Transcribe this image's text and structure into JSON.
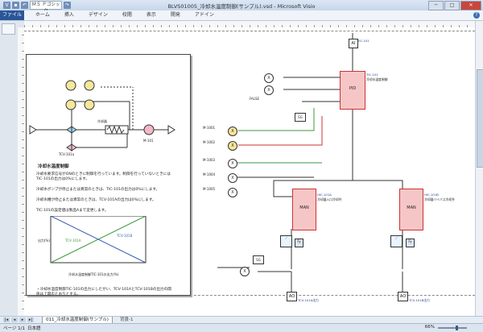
{
  "window": {
    "title": "BLVS01005_冷却水温度制御(サンプル).vsd - Microsoft Visio",
    "font_box": "ＭＳ Ｐゴシック"
  },
  "menu": {
    "file": "ファイル",
    "items": [
      "ホーム",
      "挿入",
      "デザイン",
      "校閲",
      "表示",
      "開発",
      "アドイン"
    ]
  },
  "document": {
    "section_title": "冷却水温度制御",
    "bullets": [
      "冷却水要求信号がONのときに制御を行っています。制御を行っていないときには TIC-101の出力は0%にします。",
      "冷却水ポンプが停止または異常のときは、TIC-101の出力は0%にします。",
      "冷却水槽が停止または異常のときは、TCV-101Aの出力は0%にします。",
      "TIC-101の設定値は製品Aまで変更します。"
    ],
    "note": "・冷却水温度制御TIC-101の出力にしたがい、TCV-101AとTCV-101Bの出力の関係は上図のとおりとする。",
    "graph": {
      "ylabel": "出力(%)",
      "xlabel": "冷却水温度制御TIC-101の出力(%)",
      "series_a": "TCV-101A",
      "series_b": "TCV-101B"
    },
    "process_labels": {
      "main_pipe": "冷却器",
      "valve": "TCV-101a",
      "pump": "M-101"
    }
  },
  "diagram": {
    "ai": "AI",
    "tic": "TIC-101",
    "tic_desc": "冷却水温度制御",
    "pid": "PID",
    "man": "MAN",
    "man1": "HIC-101A",
    "man1_desc": "冷却器入口冷却弁",
    "man2": "HIC-101B",
    "man2_desc": "冷却器バイパス冷却弁",
    "ao1": "AO",
    "ao2": "AO",
    "false_label": "FALSE",
    "sg": "SG",
    "inputs": [
      "M-1001",
      "M-1002",
      "M-1003",
      "M-1004",
      "M-1005"
    ],
    "tcv_a": "TCV-101A出力",
    "tcv_b": "TCV-101B出力"
  },
  "tabs": {
    "page": "011_冷却水温度制御(サンプル)",
    "bg": "背景-1"
  },
  "status": {
    "page": "ページ 1/1",
    "lang": "日本語",
    "zoom": "66%"
  }
}
